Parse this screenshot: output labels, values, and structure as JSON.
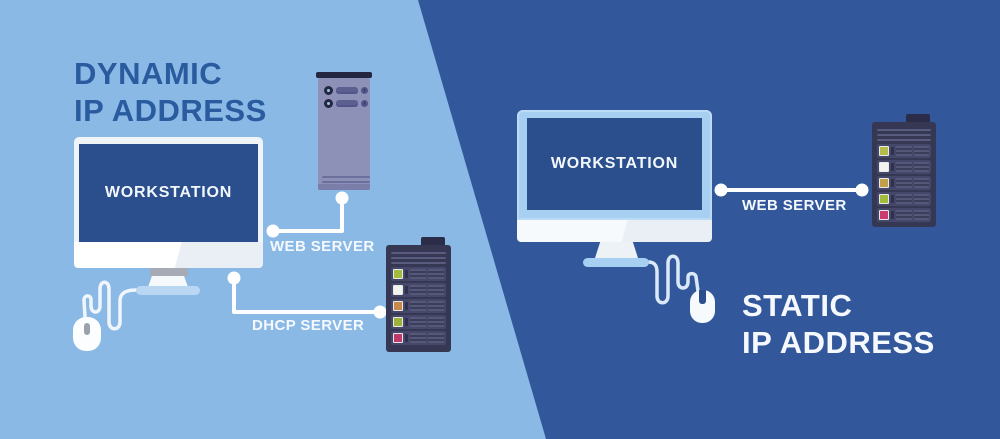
{
  "left_section": {
    "title_line1": "DYNAMIC",
    "title_line2": "IP ADDRESS",
    "workstation": {
      "screen_label": "WORKSTATION"
    },
    "connections": [
      {
        "label": "WEB SERVER",
        "from": "workstation",
        "to": "tower-server"
      },
      {
        "label": "DHCP SERVER",
        "from": "workstation",
        "to": "rack-server"
      }
    ]
  },
  "right_section": {
    "title_line1": "STATIC",
    "title_line2": "IP ADDRESS",
    "workstation": {
      "screen_label": "WORKSTATION"
    },
    "connections": [
      {
        "label": "WEB SERVER",
        "from": "workstation",
        "to": "rack-server"
      }
    ]
  },
  "devices": {
    "left_rack_leds": [
      "#a4bc3e",
      "#f2f2ee",
      "#c8894e",
      "#9db23a",
      "#bf3a6b"
    ],
    "right_rack_leds": [
      "#b5bd4a",
      "#f2f2ee",
      "#c1a04a",
      "#a4bc3e",
      "#cc3b6e"
    ]
  },
  "colors": {
    "left_bg": "#8ab9e6",
    "right_bg": "#32579b",
    "screen_blue": "#2b4e8d",
    "title_blue": "#2a5b9f",
    "text_white": "#f5f9fd",
    "line_white": "#ffffff"
  }
}
